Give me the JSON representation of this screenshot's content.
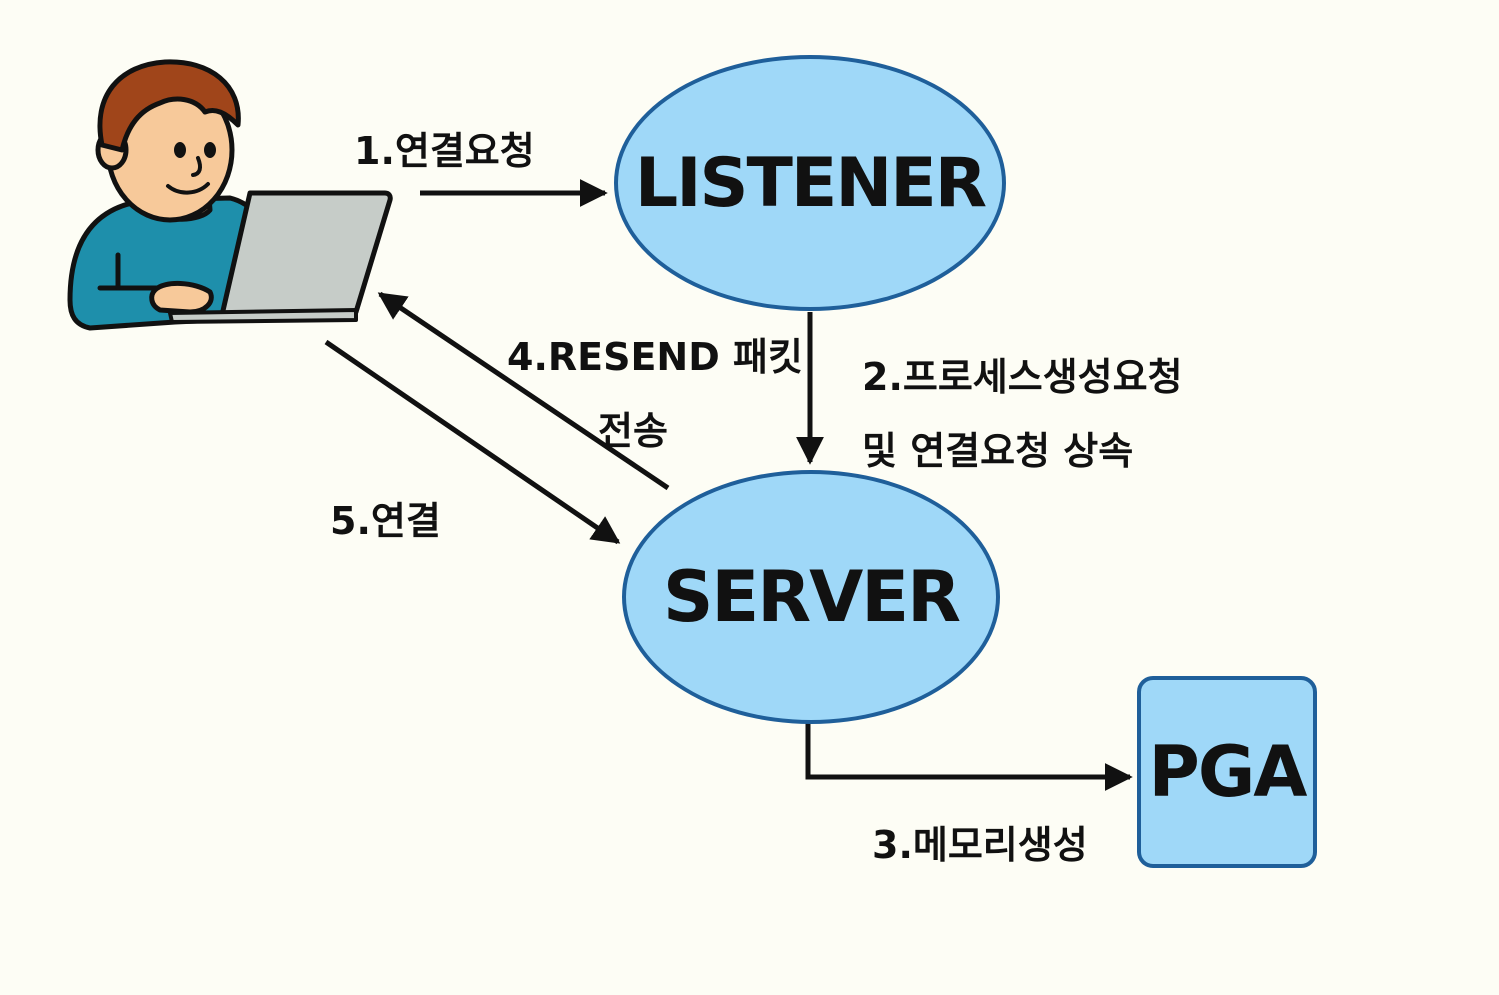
{
  "colors": {
    "background": "#fdfdf5",
    "node_fill": "#9fd8f8",
    "node_border": "#1f5f9a",
    "arrow": "#111111",
    "text": "#111111"
  },
  "nodes": {
    "listener": {
      "label": "LISTENER"
    },
    "server": {
      "label": "SERVER"
    },
    "pga": {
      "label": "PGA"
    }
  },
  "edges": {
    "step1": {
      "label": "1.연결요청"
    },
    "step2": {
      "label_line1": "2.프로세스생성요청",
      "label_line2": "및 연결요청 상속"
    },
    "step3": {
      "label": "3.메모리생성"
    },
    "step4": {
      "label_line1": "4.RESEND 패킷",
      "label_line2": "전송"
    },
    "step5": {
      "label": "5.연결"
    }
  },
  "actor": {
    "icon": "user-with-laptop-icon"
  }
}
